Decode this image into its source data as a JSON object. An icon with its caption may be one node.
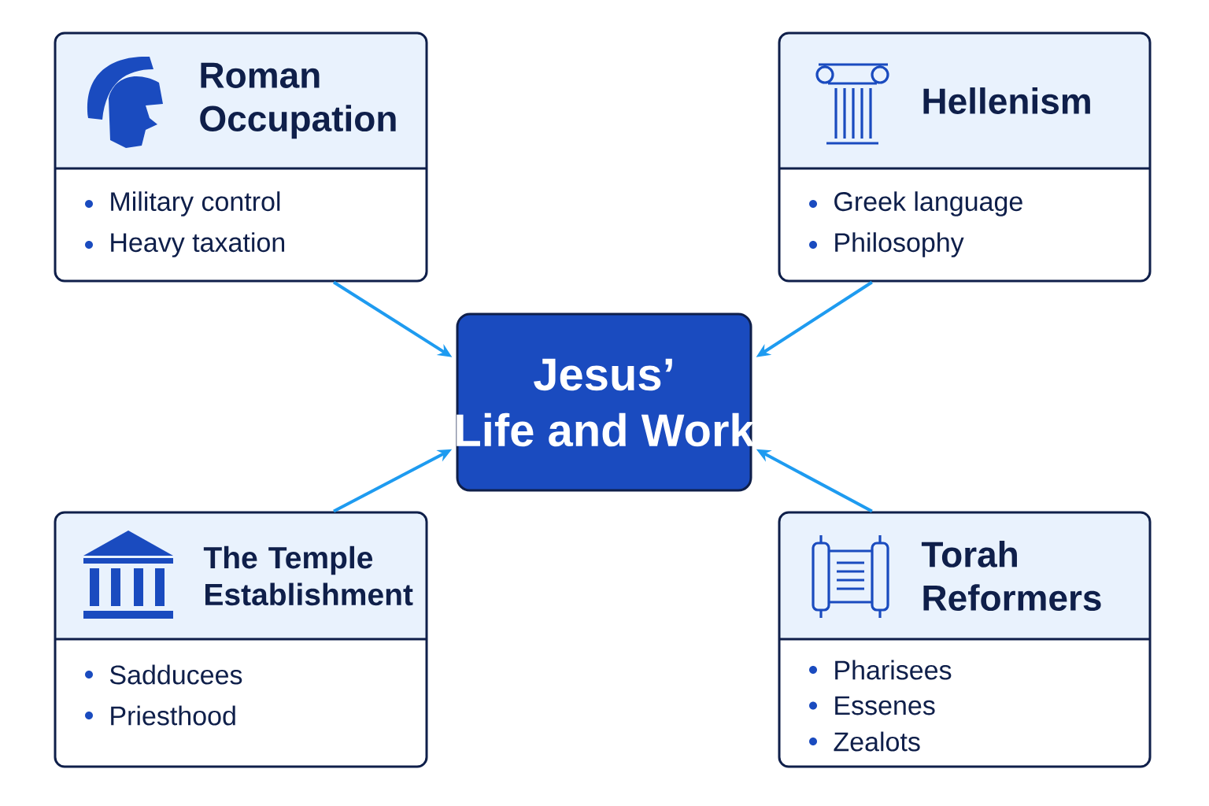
{
  "diagram": {
    "nodes": [
      {
        "text": [
          "Roman Occupation",
          "Military control",
          "Heavy taxation"
        ]
      },
      {
        "text": [
          "Hellenism",
          "Greek language",
          "Philosophy"
        ]
      },
      {
        "text": [
          "Jesus’",
          "Life and Work"
        ]
      },
      {
        "text": [
          "The Temple Establishment",
          "Sadducees",
          "Priesthood"
        ]
      },
      {
        "text": [
          "Torah Reformers",
          "Pharisees",
          "Essenes",
          "Zealots"
        ]
      }
    ],
    "edges": [
      {
        "from": 0,
        "to": 2,
        "arrow": "to"
      },
      {
        "from": 1,
        "to": 2,
        "arrow": "to"
      },
      {
        "from": 3,
        "to": 2,
        "arrow": "to"
      },
      {
        "from": 4,
        "to": 2,
        "arrow": "to"
      }
    ]
  }
}
